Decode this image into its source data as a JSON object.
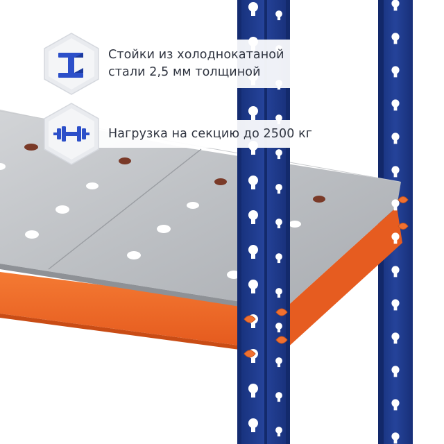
{
  "features": [
    {
      "icon": "steel-beam-icon",
      "lines": [
        "Стойки из холоднокатаной",
        "стали 2,5 мм толщиной"
      ]
    },
    {
      "icon": "dumbbell-icon",
      "lines": [
        "Нагрузка на секцию до 2500 кг"
      ]
    }
  ],
  "colors": {
    "upright_blue": "#1f3a8a",
    "beam_orange": "#f06a2a",
    "shelf_steel": "#b9bcc1",
    "icon_blue": "#2c4fc9"
  }
}
